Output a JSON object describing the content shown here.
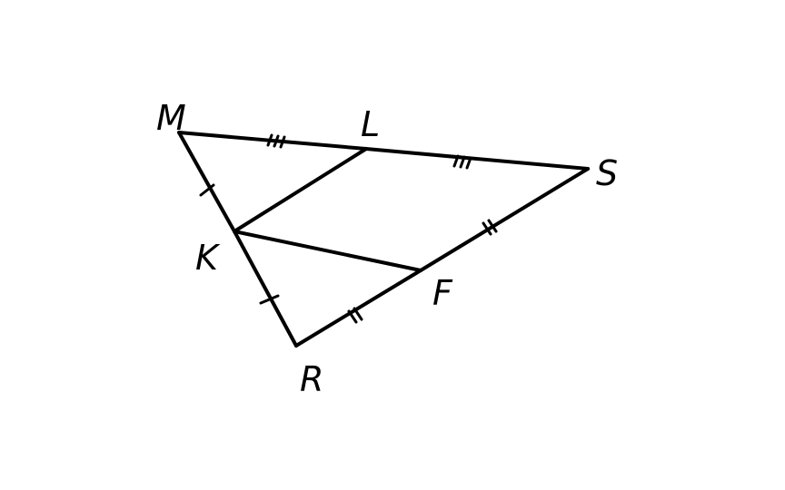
{
  "diagram": {
    "labels": {
      "M": "M",
      "L": "L",
      "S": "S",
      "K": "K",
      "F": "F",
      "R": "R"
    },
    "stroke_color": "#000000",
    "background_color": "#ffffff",
    "segments": [
      {
        "from": "M",
        "to": "S"
      },
      {
        "from": "M",
        "to": "R"
      },
      {
        "from": "R",
        "to": "S"
      },
      {
        "from": "L",
        "to": "K"
      },
      {
        "from": "K",
        "to": "F"
      }
    ],
    "midpoints": [
      {
        "point": "L",
        "of": [
          "M",
          "S"
        ],
        "tick_marks": 3
      },
      {
        "point": "K",
        "of": [
          "M",
          "R"
        ],
        "tick_marks": 1
      },
      {
        "point": "F",
        "of": [
          "R",
          "S"
        ],
        "tick_marks": 2
      }
    ]
  }
}
